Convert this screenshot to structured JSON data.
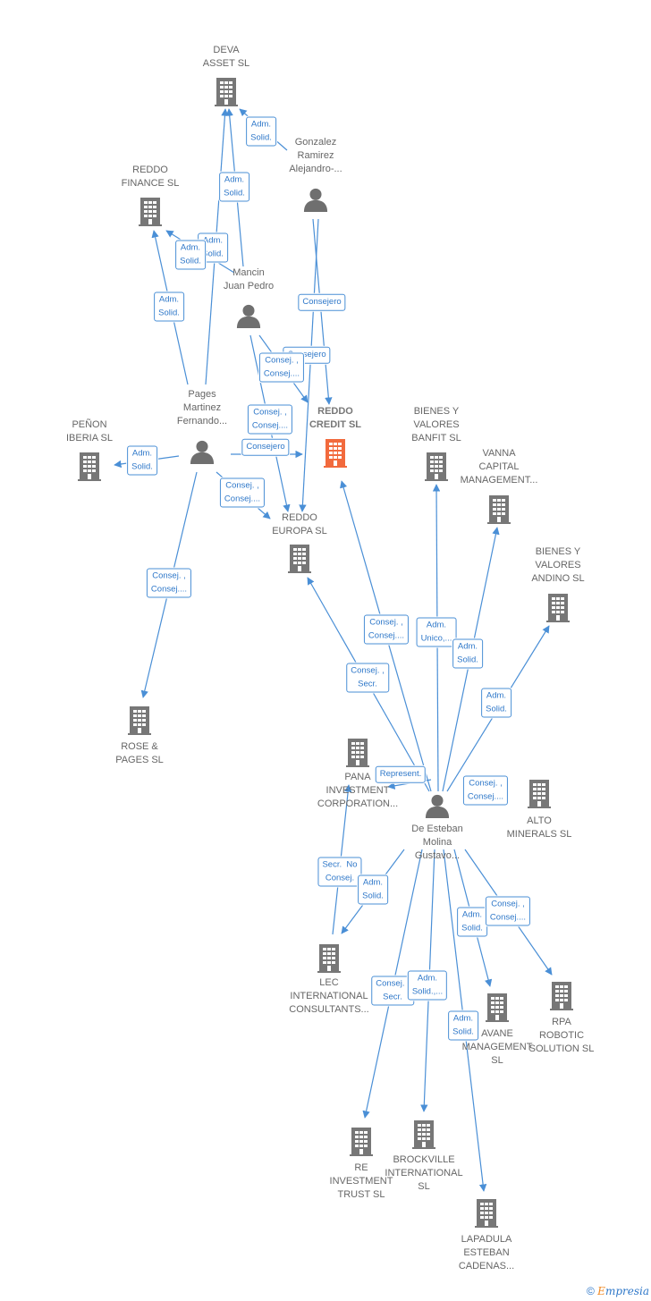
{
  "colors": {
    "edge": "#4a8fd6",
    "building": "#777777",
    "highlight": "#f26a3d",
    "person": "#6f6f6f"
  },
  "nodes": [
    {
      "id": "deva",
      "type": "company",
      "label": "DEVA\nASSET  SL"
    },
    {
      "id": "reddo_fin",
      "type": "company",
      "label": "REDDO\nFINANCE  SL"
    },
    {
      "id": "gonzalez",
      "type": "person",
      "label": "Gonzalez\nRamirez\nAlejandro-..."
    },
    {
      "id": "mancin",
      "type": "person",
      "label": "Mancin\nJuan Pedro"
    },
    {
      "id": "pages",
      "type": "person",
      "label": "Pages\nMartinez\nFernando..."
    },
    {
      "id": "penon",
      "type": "company",
      "label": "PEÑON\nIBERIA  SL"
    },
    {
      "id": "reddo_credit",
      "type": "company",
      "label": "REDDO\nCREDIT  SL",
      "highlight": true
    },
    {
      "id": "reddo_eur",
      "type": "company",
      "label": "REDDO\nEUROPA  SL"
    },
    {
      "id": "bienes_banfit",
      "type": "company",
      "label": "BIENES Y\nVALORES\nBANFIT  SL"
    },
    {
      "id": "vanna",
      "type": "company",
      "label": "VANNA\nCAPITAL\nMANAGEMENT..."
    },
    {
      "id": "bienes_andino",
      "type": "company",
      "label": "BIENES Y\nVALORES\nANDINO  SL"
    },
    {
      "id": "rose",
      "type": "company",
      "label": "ROSE &\nPAGES  SL"
    },
    {
      "id": "pana",
      "type": "company",
      "label": "PANA\nINVESTMENT\nCORPORATION..."
    },
    {
      "id": "alto",
      "type": "company",
      "label": "ALTO\nMINERALS  SL"
    },
    {
      "id": "deesteban",
      "type": "person",
      "label": "De Esteban\nMolina\nGustavo..."
    },
    {
      "id": "lec",
      "type": "company",
      "label": "LEC\nINTERNATIONAL\nCONSULTANTS..."
    },
    {
      "id": "avane",
      "type": "company",
      "label": "AVANE\nMANAGEMENT\nSL"
    },
    {
      "id": "rpa",
      "type": "company",
      "label": "RPA\nROBOTIC\nSOLUTION  SL"
    },
    {
      "id": "re_inv",
      "type": "company",
      "label": "RE\nINVESTMENT\nTRUST  SL"
    },
    {
      "id": "brockville",
      "type": "company",
      "label": "BROCKVILLE\nINTERNATIONAL\nSL"
    },
    {
      "id": "lapadula",
      "type": "company",
      "label": "LAPADULA\nESTEBAN\nCADENAS..."
    }
  ],
  "edges": [
    {
      "from": "gonzalez",
      "to": "deva",
      "label": "Adm.\nSolid."
    },
    {
      "from": "mancin",
      "to": "deva",
      "label": "Adm.\nSolid."
    },
    {
      "from": "pages",
      "to": "deva",
      "label": "Adm.\nSolid."
    },
    {
      "from": "mancin",
      "to": "reddo_fin",
      "label": "Adm.\nSolid."
    },
    {
      "from": "pages",
      "to": "reddo_fin",
      "label": "Adm.\nSolid."
    },
    {
      "from": "gonzalez",
      "to": "reddo_credit",
      "label": "Consejero"
    },
    {
      "from": "gonzalez",
      "to": "reddo_eur",
      "label": "Consejero"
    },
    {
      "from": "mancin",
      "to": "reddo_credit",
      "label": "Consej. ,\nConsej...."
    },
    {
      "from": "mancin",
      "to": "reddo_eur",
      "label": "Consej. ,\nConsej...."
    },
    {
      "from": "pages",
      "to": "reddo_credit",
      "label": "Consejero"
    },
    {
      "from": "pages",
      "to": "reddo_eur",
      "label": "Consej. ,\nConsej...."
    },
    {
      "from": "pages",
      "to": "penon",
      "label": "Adm.\nSolid."
    },
    {
      "from": "pages",
      "to": "rose",
      "label": "Consej. ,\nConsej...."
    },
    {
      "from": "deesteban",
      "to": "reddo_credit",
      "label": "Consej. ,\nConsej...."
    },
    {
      "from": "deesteban",
      "to": "reddo_eur",
      "label": "Consej. ,\nSecr."
    },
    {
      "from": "deesteban",
      "to": "bienes_banfit",
      "label": "Adm.\nUnico,..."
    },
    {
      "from": "deesteban",
      "to": "vanna",
      "label": "Adm.\nSolid."
    },
    {
      "from": "deesteban",
      "to": "bienes_andino",
      "label": "Adm.\nSolid."
    },
    {
      "from": "deesteban",
      "to": "pana",
      "label": "Represent."
    },
    {
      "from": "deesteban",
      "to": "alto",
      "label": "Consej. ,\nConsej...."
    },
    {
      "from": "lec",
      "to": "pana",
      "label": "Secr.  No\nConsej."
    },
    {
      "from": "deesteban",
      "to": "lec",
      "label": "Adm.\nSolid."
    },
    {
      "from": "deesteban",
      "to": "avane",
      "label": "Adm.\nSolid."
    },
    {
      "from": "deesteban",
      "to": "rpa",
      "label": "Consej. ,\nConsej...."
    },
    {
      "from": "deesteban",
      "to": "re_inv",
      "label": "Consej. ,\nSecr."
    },
    {
      "from": "deesteban",
      "to": "brockville",
      "label": "Adm.\nSolid.,..."
    },
    {
      "from": "deesteban",
      "to": "lapadula",
      "label": "Adm.\nSolid."
    }
  ],
  "brand": {
    "copyright": "©",
    "name_initial": "E",
    "name_rest": "mpresia"
  }
}
